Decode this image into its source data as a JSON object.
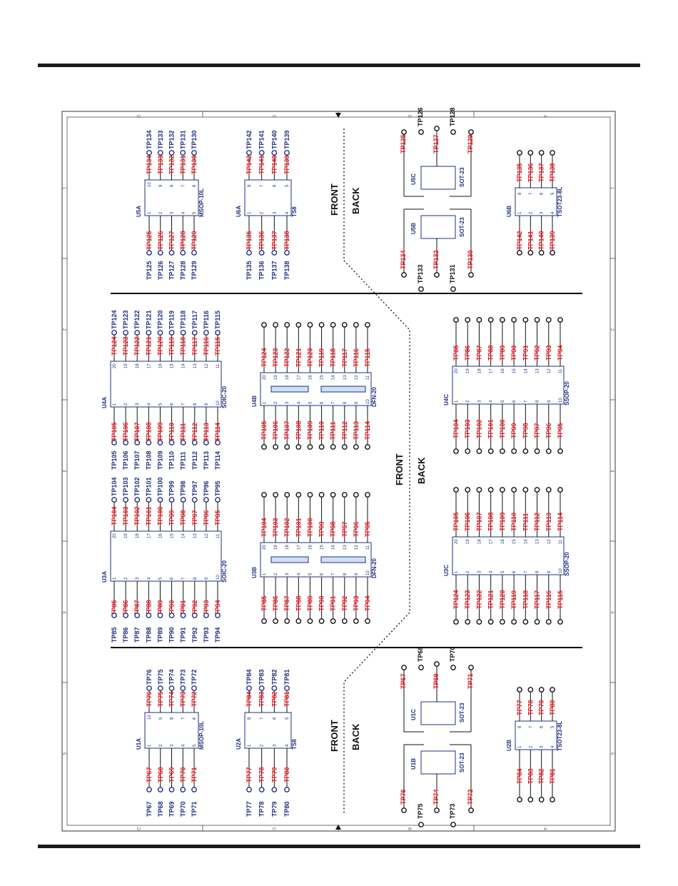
{
  "header_rule": {
    "color": "#1a1a1a"
  },
  "colors": {
    "red": "#e8141b",
    "blue": "#20307e",
    "black": "#111111"
  },
  "border_markers": {
    "top": [
      "D",
      "C",
      "B",
      "A"
    ],
    "bottom": [
      "D",
      "C",
      "B",
      "A"
    ],
    "left": [
      "1",
      "2",
      "3",
      "4",
      "5"
    ],
    "right": [
      "1",
      "2",
      "3",
      "4",
      "5"
    ]
  },
  "side_labels": [
    {
      "front": "FRONT",
      "back": "BACK"
    },
    {
      "front": "FRONT",
      "back": "BACK"
    },
    {
      "front": "FRONT",
      "back": "BACK"
    }
  ],
  "chips": [
    {
      "ref": "U5A",
      "package": "MSOP-10L",
      "left_red": [
        "TP125",
        "TP126",
        "TP127",
        "TP128",
        "TP129"
      ],
      "left_blue": [
        "TP125",
        "TP126",
        "TP127",
        "TP128",
        "TP129"
      ],
      "right_red": [
        "TP134",
        "TP133",
        "TP132",
        "TP131",
        "TP130"
      ],
      "right_blue": [
        "TP134",
        "TP133",
        "TP132",
        "TP131",
        "TP130"
      ]
    },
    {
      "ref": "U6A",
      "package": "TS8",
      "left_red": [
        "TP135",
        "TP136",
        "TP137",
        "TP138"
      ],
      "left_blue": [
        "TP135",
        "TP136",
        "TP137",
        "TP138"
      ],
      "right_red": [
        "TP142",
        "TP141",
        "TP140",
        "TP139"
      ],
      "right_blue": [
        "TP142",
        "TP141",
        "TP140",
        "TP139"
      ]
    },
    {
      "ref": "U1A",
      "package": "MSOP-10L",
      "left_red": [
        "TP67",
        "TP68",
        "TP69",
        "TP70",
        "TP71"
      ],
      "left_blue": [
        "TP67",
        "TP68",
        "TP69",
        "TP70",
        "TP71"
      ],
      "right_red": [
        "TP76",
        "TP75",
        "TP74",
        "TP73",
        "TP72"
      ],
      "right_blue": [
        "TP76",
        "TP75",
        "TP74",
        "TP73",
        "TP72"
      ]
    },
    {
      "ref": "U2A",
      "package": "TS8",
      "left_red": [
        "TP77",
        "TP78",
        "TP79",
        "TP80"
      ],
      "left_blue": [
        "TP77",
        "TP78",
        "TP79",
        "TP80"
      ],
      "right_red": [
        "TP84",
        "TP83",
        "TP82",
        "TP81"
      ],
      "right_blue": [
        "TP84",
        "TP83",
        "TP82",
        "TP81"
      ]
    },
    {
      "ref": "U4A",
      "package": "SOIC-20",
      "left_red": [
        "TP105",
        "TP106",
        "TP107",
        "TP108",
        "TP109",
        "TP110",
        "TP111",
        "TP112",
        "TP113",
        "TP114"
      ],
      "left_blue": [
        "TP105",
        "TP106",
        "TP107",
        "TP108",
        "TP109",
        "TP110",
        "TP111",
        "TP112",
        "TP113",
        "TP114"
      ],
      "right_red": [
        "TP124",
        "TP123",
        "TP122",
        "TP121",
        "TP120",
        "TP119",
        "TP118",
        "TP117",
        "TP116",
        "TP115"
      ],
      "right_blue": [
        "TP124",
        "TP123",
        "TP122",
        "TP121",
        "TP120",
        "TP119",
        "TP118",
        "TP117",
        "TP116",
        "TP115"
      ]
    },
    {
      "ref": "U3A",
      "package": "SOIC-20",
      "left_red": [
        "TP85",
        "TP86",
        "TP87",
        "TP88",
        "TP89",
        "TP90",
        "TP91",
        "TP92",
        "TP93",
        "TP94"
      ],
      "left_blue": [
        "TP85",
        "TP86",
        "TP87",
        "TP88",
        "TP89",
        "TP90",
        "TP91",
        "TP92",
        "TP93",
        "TP94"
      ],
      "right_red": [
        "TP104",
        "TP103",
        "TP102",
        "TP101",
        "TP100",
        "TP99",
        "TP98",
        "TP97",
        "TP96",
        "TP95"
      ],
      "right_blue": [
        "TP104",
        "TP103",
        "TP102",
        "TP101",
        "TP100",
        "TP99",
        "TP98",
        "TP97",
        "TP96",
        "TP95"
      ]
    },
    {
      "ref": "U4B",
      "package": "DFN-20",
      "left_red": [
        "TP105",
        "TP106",
        "TP107",
        "TP108",
        "TP109",
        "TP110",
        "TP111",
        "TP112",
        "TP113",
        "TP114"
      ],
      "right_red": [
        "TP124",
        "TP123",
        "TP122",
        "TP121",
        "TP120",
        "TP119",
        "TP118",
        "TP117",
        "TP116",
        "TP115"
      ]
    },
    {
      "ref": "U3B",
      "package": "DFN-20",
      "left_red": [
        "TP85",
        "TP86",
        "TP87",
        "TP88",
        "TP89",
        "TP90",
        "TP91",
        "TP92",
        "TP93",
        "TP94"
      ],
      "right_red": [
        "TP104",
        "TP103",
        "TP102",
        "TP101",
        "TP100",
        "TP99",
        "TP98",
        "TP97",
        "TP96",
        "TP95"
      ]
    },
    {
      "ref": "U4C",
      "package": "SSOP-20",
      "left_red": [
        "TP104",
        "TP103",
        "TP102",
        "TP101",
        "TP100",
        "TP99",
        "TP98",
        "TP97",
        "TP96",
        "TP95"
      ],
      "right_red": [
        "TP85",
        "TP86",
        "TP87",
        "TP88",
        "TP89",
        "TP90",
        "TP91",
        "TP92",
        "TP93",
        "TP94"
      ]
    },
    {
      "ref": "U3C",
      "package": "SSOP-20",
      "left_red": [
        "TP124",
        "TP123",
        "TP122",
        "TP121",
        "TP120",
        "TP119",
        "TP118",
        "TP117",
        "TP116",
        "TP115"
      ],
      "right_red": [
        "TP105",
        "TP106",
        "TP107",
        "TP108",
        "TP109",
        "TP110",
        "TP111",
        "TP112",
        "TP113",
        "TP114"
      ]
    },
    {
      "ref": "U6B",
      "package": "TSOT23-8L",
      "left_red": [
        "TP142",
        "TP141",
        "TP140",
        "TP139"
      ],
      "right_red": [
        "TP135",
        "TP136",
        "TP137",
        "TP138"
      ]
    },
    {
      "ref": "U2B",
      "package": "TSOT23-8L",
      "left_red": [
        "TP84",
        "TP83",
        "TP82",
        "TP81"
      ],
      "right_red": [
        "TP77",
        "TP78",
        "TP79",
        "TP80"
      ]
    }
  ],
  "sot_groups": [
    {
      "ref_a": "U5B",
      "ref_b": "U5C",
      "package": "SOT-23",
      "red": [
        "TP134",
        "TP132",
        "TP130",
        "TP125",
        "TP127",
        "TP129"
      ],
      "black": [
        "TP133",
        "TP131",
        "TP126",
        "TP128"
      ]
    },
    {
      "ref_a": "U1B",
      "ref_b": "U1C",
      "package": "SOT-23",
      "red": [
        "TP76",
        "TP74",
        "TP72",
        "TP67",
        "TP69",
        "TP71"
      ],
      "black": [
        "TP75",
        "TP73",
        "TP68",
        "TP70"
      ]
    }
  ]
}
